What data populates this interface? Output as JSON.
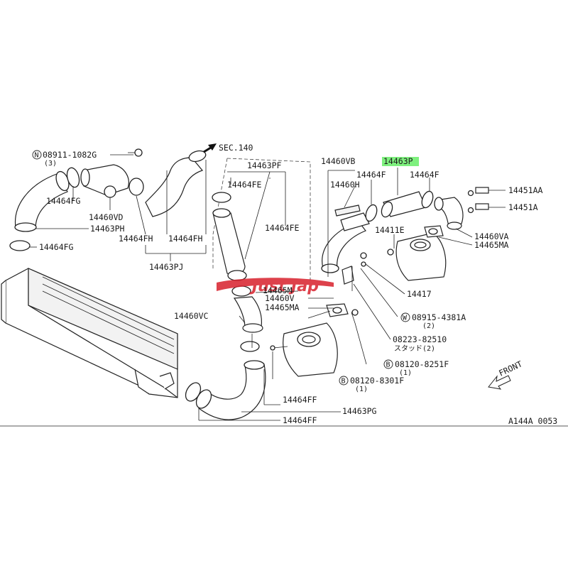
{
  "diagram": {
    "code": "A144A 0053",
    "front_label": "FRONT",
    "section_ref": "SEC.140",
    "highlight_part": "14463P",
    "watermark_text": "Just Jap",
    "colors": {
      "highlight": "#7ef07e",
      "watermark": "#d8202c",
      "line": "#222222"
    }
  },
  "labels": {
    "n08911": "08911-1082G",
    "n08911_qty": "(3)",
    "p14464FG_a": "14464FG",
    "p14460VD": "14460VD",
    "p14463PH": "14463PH",
    "p14464FG_b": "14464FG",
    "p14464FH_a": "14464FH",
    "p14464FH_b": "14464FH",
    "p14463PJ": "14463PJ",
    "p14463PF": "14463PF",
    "p14464FE_a": "14464FE",
    "p14464FE_b": "14464FE",
    "p14460VB": "14460VB",
    "p14460H": "14460H",
    "p14464F_a": "14464F",
    "p14463P": "14463P",
    "p14464F_b": "14464F",
    "p14451AA": "14451AA",
    "p14451A": "14451A",
    "p14411E": "14411E",
    "p14460VA": "14460VA",
    "p14465MA_a": "14465MA",
    "p14465M": "14465M",
    "p14460V": "14460V",
    "p14465MA_b": "14465MA",
    "p14417": "14417",
    "p14460VC": "14460VC",
    "w08915": "08915-4381A",
    "w08915_qty": "(2)",
    "s08223": "08223-82510",
    "s08223_sub": "スタッド(2)",
    "b08120_f": "08120-8251F",
    "b08120_f_qty": "(1)",
    "b08120_3": "08120-8301F",
    "b08120_3_qty": "(1)",
    "p14464FF_a": "14464FF",
    "p14463PG": "14463PG",
    "p14464FF_b": "14464FF"
  },
  "callout_letters": {
    "n": "N",
    "w": "W",
    "b1": "B",
    "b2": "B"
  }
}
